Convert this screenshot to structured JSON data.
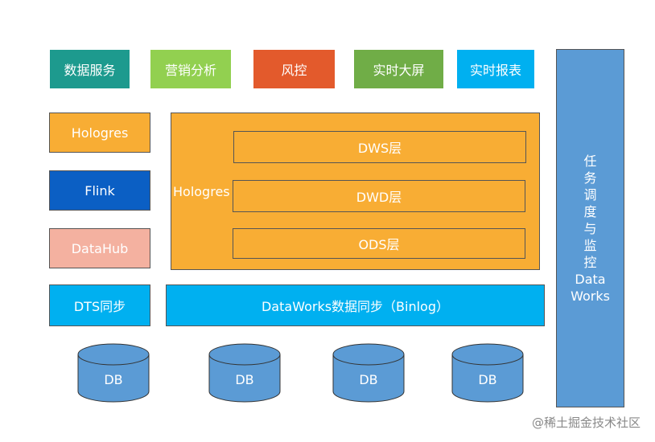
{
  "top_row": [
    {
      "label": "数据服务",
      "color": "#1d9a8e"
    },
    {
      "label": "营销分析",
      "color": "#92d050"
    },
    {
      "label": "风控",
      "color": "#e35a2c"
    },
    {
      "label": "实时大屏",
      "color": "#70ad47"
    },
    {
      "label": "实时报表",
      "color": "#00b0f0"
    }
  ],
  "left_column": [
    {
      "label": "Hologres",
      "color": "#f8ad34"
    },
    {
      "label": "Flink",
      "color": "#0b5fc4"
    },
    {
      "label": "DataHub",
      "color": "#f4b1a0"
    },
    {
      "label": "DTS同步",
      "color": "#00b0f0"
    }
  ],
  "hologres_group": {
    "label": "Hologres",
    "color": "#f8ad34",
    "layers": [
      "DWS层",
      "DWD层",
      "ODS层"
    ]
  },
  "sync_bar": {
    "label": "DataWorks数据同步（Binlog）",
    "color": "#00b0f0"
  },
  "right_column": {
    "chars": [
      "任",
      "务",
      "调",
      "度",
      "与",
      "监",
      "控"
    ],
    "words": [
      "Data",
      "Works"
    ],
    "color": "#5b9bd5"
  },
  "databases": [
    "DB",
    "DB",
    "DB",
    "DB"
  ],
  "db_color": "#5b9bd5",
  "watermark": "@稀土掘金技术社区"
}
